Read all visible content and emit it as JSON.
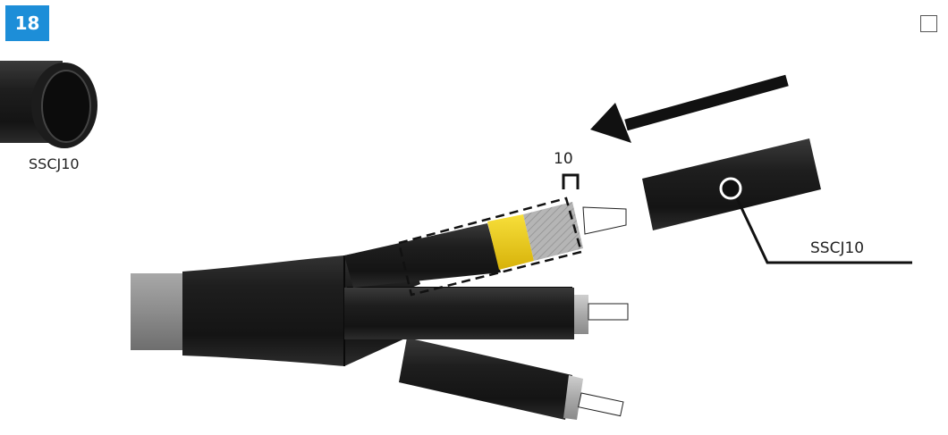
{
  "step": {
    "number": "18"
  },
  "legend": {
    "part_label": "SSCJ10"
  },
  "diagram": {
    "callout_label": "SSCJ10",
    "dimension_value": "10",
    "colors": {
      "badge": "#1d8ed8",
      "sleeve": "#1f1f1f",
      "outer_sheath": "#8a8a8a",
      "tape": "#f3cf12",
      "arrow": "#111111"
    },
    "icons": [
      "step-badge",
      "checkbox-icon",
      "direction-arrow-icon"
    ]
  }
}
